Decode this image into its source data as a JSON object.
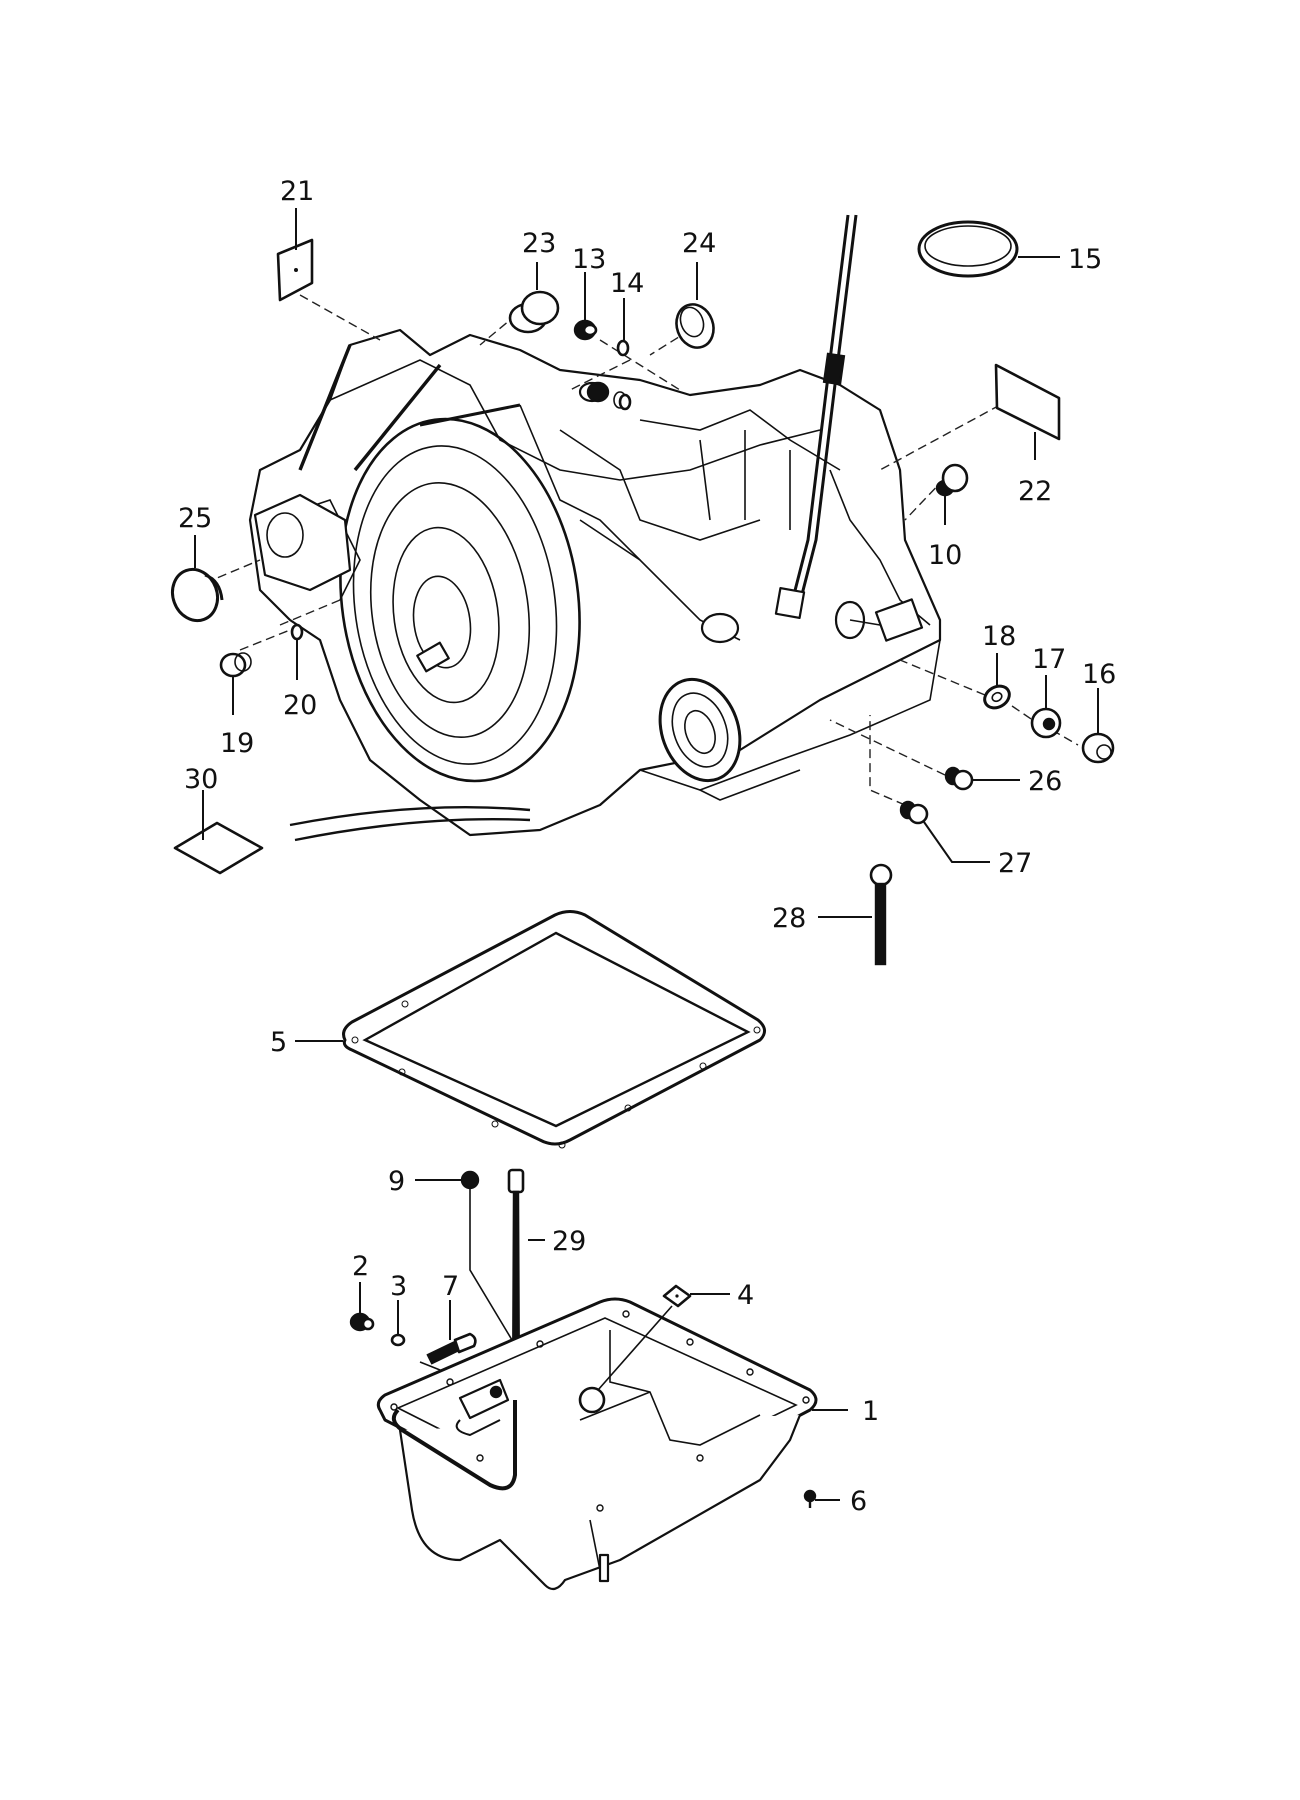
{
  "diagram": {
    "subject": "Automatic transaxle case and oil pan — exploded parts view",
    "colors": {
      "ink": "#111111",
      "paper": "#ffffff"
    },
    "callouts": [
      {
        "id": "c1",
        "label": "1"
      },
      {
        "id": "c2",
        "label": "2"
      },
      {
        "id": "c3",
        "label": "3"
      },
      {
        "id": "c4",
        "label": "4"
      },
      {
        "id": "c5",
        "label": "5"
      },
      {
        "id": "c6",
        "label": "6"
      },
      {
        "id": "c7",
        "label": "7"
      },
      {
        "id": "c9",
        "label": "9"
      },
      {
        "id": "c10",
        "label": "10"
      },
      {
        "id": "c13",
        "label": "13"
      },
      {
        "id": "c14",
        "label": "14"
      },
      {
        "id": "c15",
        "label": "15"
      },
      {
        "id": "c16",
        "label": "16"
      },
      {
        "id": "c17",
        "label": "17"
      },
      {
        "id": "c18",
        "label": "18"
      },
      {
        "id": "c19",
        "label": "19"
      },
      {
        "id": "c20",
        "label": "20"
      },
      {
        "id": "c21",
        "label": "21"
      },
      {
        "id": "c22",
        "label": "22"
      },
      {
        "id": "c23",
        "label": "23"
      },
      {
        "id": "c24",
        "label": "24"
      },
      {
        "id": "c25",
        "label": "25"
      },
      {
        "id": "c26",
        "label": "26"
      },
      {
        "id": "c27",
        "label": "27"
      },
      {
        "id": "c28",
        "label": "28"
      },
      {
        "id": "c29",
        "label": "29"
      },
      {
        "id": "c30",
        "label": "30"
      }
    ],
    "parts": [
      {
        "callout": "1",
        "name": "oil-pan"
      },
      {
        "callout": "2",
        "name": "drain-plug"
      },
      {
        "callout": "3",
        "name": "drain-plug-gasket"
      },
      {
        "callout": "4",
        "name": "magnet"
      },
      {
        "callout": "5",
        "name": "oil-pan-gasket"
      },
      {
        "callout": "6",
        "name": "oil-pan-bolt"
      },
      {
        "callout": "7",
        "name": "pipe-bracket-bolt"
      },
      {
        "callout": "9",
        "name": "dipstick-cap"
      },
      {
        "callout": "10",
        "name": "sensor-plug"
      },
      {
        "callout": "13",
        "name": "plug"
      },
      {
        "callout": "14",
        "name": "o-ring"
      },
      {
        "callout": "15",
        "name": "seal-ring"
      },
      {
        "callout": "16",
        "name": "cap-nut"
      },
      {
        "callout": "17",
        "name": "nut"
      },
      {
        "callout": "18",
        "name": "washer"
      },
      {
        "callout": "19",
        "name": "plug"
      },
      {
        "callout": "20",
        "name": "o-ring"
      },
      {
        "callout": "21",
        "name": "label-plate"
      },
      {
        "callout": "22",
        "name": "name-plate"
      },
      {
        "callout": "23",
        "name": "cap"
      },
      {
        "callout": "24",
        "name": "oil-seal"
      },
      {
        "callout": "25",
        "name": "cap"
      },
      {
        "callout": "26",
        "name": "bolt"
      },
      {
        "callout": "27",
        "name": "bolt"
      },
      {
        "callout": "28",
        "name": "stud-bolt"
      },
      {
        "callout": "29",
        "name": "dipstick-tube"
      },
      {
        "callout": "30",
        "name": "plate"
      }
    ]
  }
}
